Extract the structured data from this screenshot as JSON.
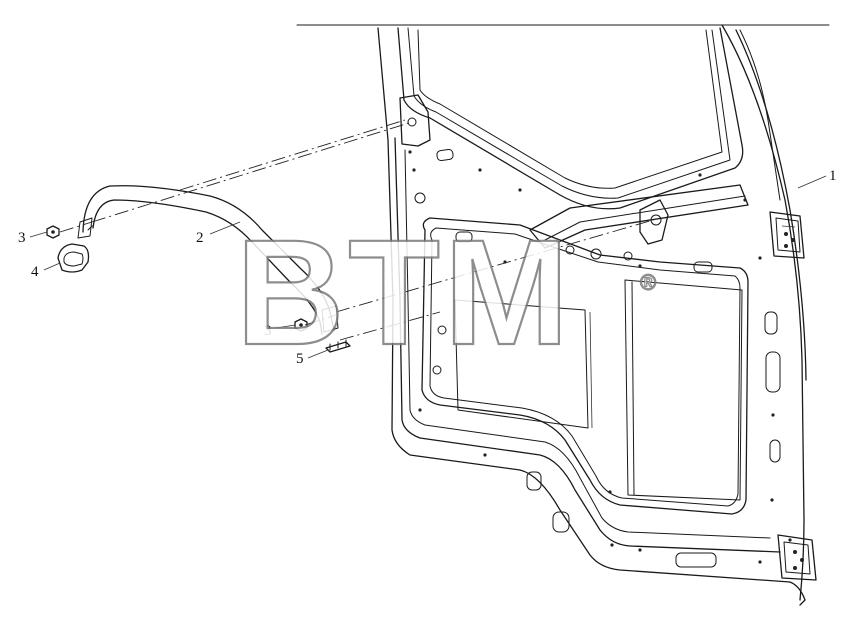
{
  "diagram": {
    "callouts": [
      {
        "id": "1",
        "label": "1"
      },
      {
        "id": "2",
        "label": "2"
      },
      {
        "id": "3a",
        "label": "3"
      },
      {
        "id": "3b",
        "label": "3"
      },
      {
        "id": "4",
        "label": "4"
      },
      {
        "id": "5",
        "label": "5"
      }
    ]
  },
  "watermark": {
    "text": "BTM",
    "registered": "®",
    "color": "#7a7a7a"
  },
  "colors": {
    "line": "#1a1a1a",
    "background": "#ffffff"
  }
}
